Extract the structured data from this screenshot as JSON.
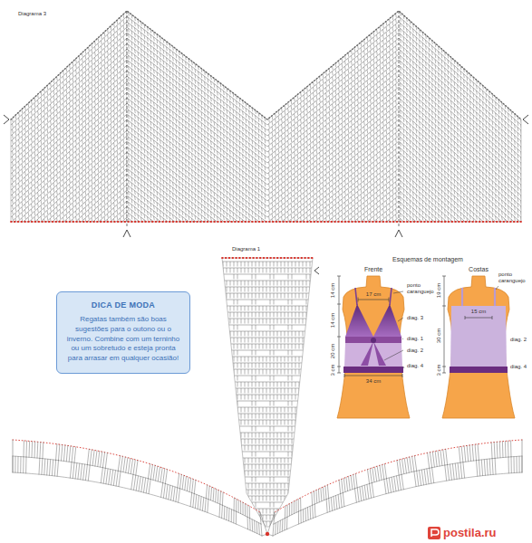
{
  "diagram": {
    "nodes": [
      {
        "text": [
          "DICA DE MODA",
          "Regatas também são boas sugestões para o outono ou o inverno. Combine com um terninho ou um sobretudo e esteja pronta para arrasar em qualquer ocasião!"
        ]
      }
    ],
    "labels": [
      "Diagrama 3",
      "Diagrama 1",
      "Esquemas de montagem",
      "Frente",
      "Costas",
      "17 cm",
      "ponto caranguejo",
      "14 cm",
      "14 cm",
      "20 cm",
      "3 cm",
      "diag. 3",
      "diag. 1",
      "diag. 2",
      "diag. 4",
      "34 cm",
      "15 cm",
      "ponto caranguejo",
      "19 cm",
      "30 cm",
      "3 cm",
      "diag. 2",
      "diag. 4",
      "postila.ru"
    ]
  }
}
